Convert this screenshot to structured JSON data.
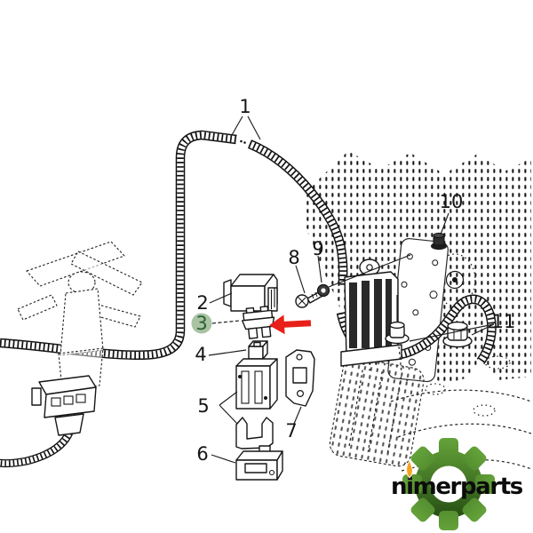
{
  "diagram": {
    "callouts": [
      {
        "label": "1"
      },
      {
        "label": "2"
      },
      {
        "label": "3"
      },
      {
        "label": "4"
      },
      {
        "label": "5"
      },
      {
        "label": "6"
      },
      {
        "label": "7"
      },
      {
        "label": "8"
      },
      {
        "label": "9"
      },
      {
        "label": "10"
      },
      {
        "label": "11"
      }
    ],
    "highlight": {
      "callout": "3",
      "arrow_color": "#e82019",
      "badge_bg": "#a9c3a3",
      "badge_number_color": "#2b5f31"
    }
  },
  "logo": {
    "brand": "nimerparts",
    "gear_dark": "#1e430e",
    "gear_light": "#63a139",
    "accent_orange": "#f6a11d",
    "text_color": "#0c0c0c"
  },
  "colors": {
    "ink": "#161616",
    "background": "#ffffff"
  }
}
